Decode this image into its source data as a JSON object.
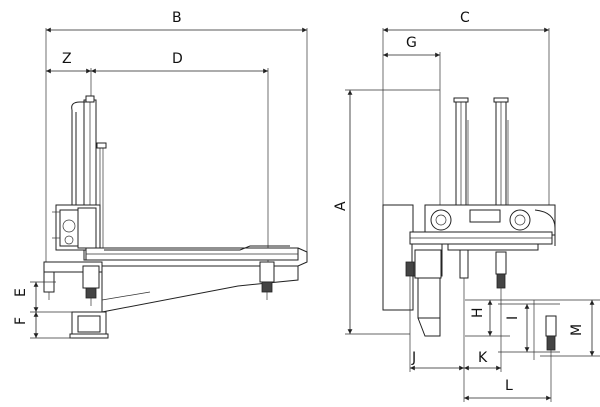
{
  "dimension_labels": {
    "A": "A",
    "B": "B",
    "C": "C",
    "D": "D",
    "E": "E",
    "F": "F",
    "G": "G",
    "H": "H",
    "I": "I",
    "J": "J",
    "K": "K",
    "L": "L",
    "M": "M",
    "Z": "Z"
  }
}
